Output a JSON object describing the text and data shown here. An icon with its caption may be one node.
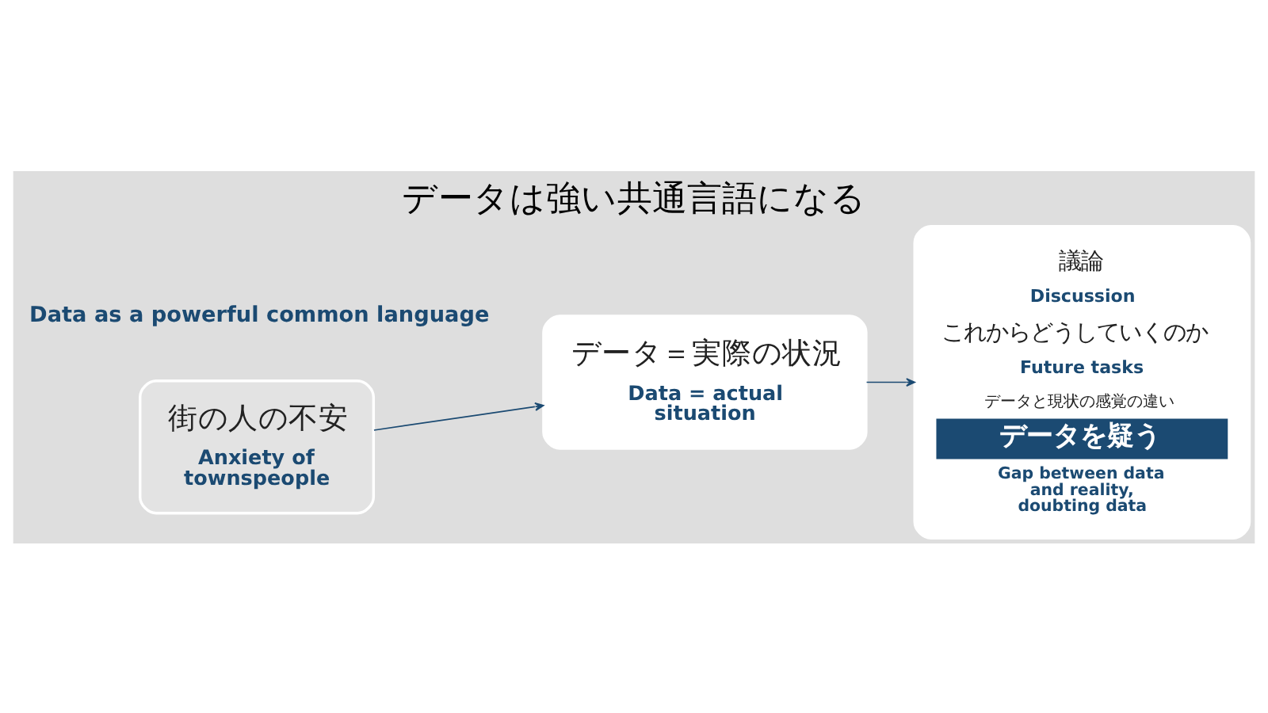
{
  "diagram": {
    "title": "データは強い共通言語になる",
    "nodes": [
      {
        "text": [
          "街の人の不安",
          "Anxiety of townspeople"
        ]
      },
      {
        "text": [
          "データ＝実際の状況",
          "Data = actual situation"
        ]
      },
      {
        "text": [
          "議論",
          "Discussion",
          "これからどうしていくのか",
          "Future tasks",
          "データと現状の感覚の違い",
          "データを疑う",
          "Gap between data and reality, doubting data"
        ]
      }
    ],
    "edges": [
      {
        "from": 0,
        "to": 1,
        "arrow": "to"
      },
      {
        "from": 1,
        "to": 2,
        "arrow": "to"
      }
    ],
    "labels": [
      "Data as a powerful common language"
    ]
  }
}
